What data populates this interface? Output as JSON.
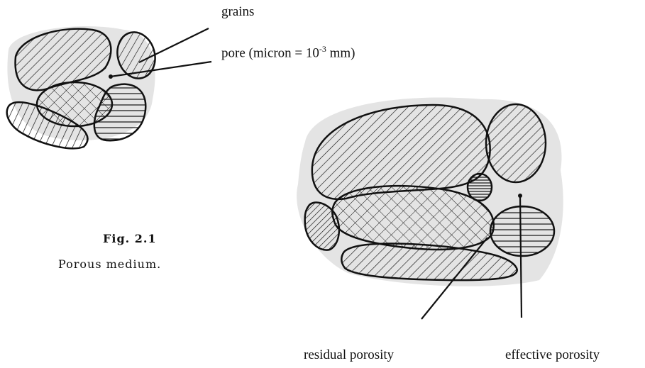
{
  "labels": {
    "grains": "grains",
    "pore_prefix": "pore (micron = 10",
    "pore_exp": "-3",
    "pore_suffix": " mm)",
    "residual": "residual porosity",
    "effective": "effective porosity"
  },
  "caption": {
    "number": "Fig. 2.1",
    "text": "Porous medium."
  },
  "colors": {
    "ink": "#111111",
    "pore_shading": "#e4e4e4",
    "background": "#ffffff"
  }
}
